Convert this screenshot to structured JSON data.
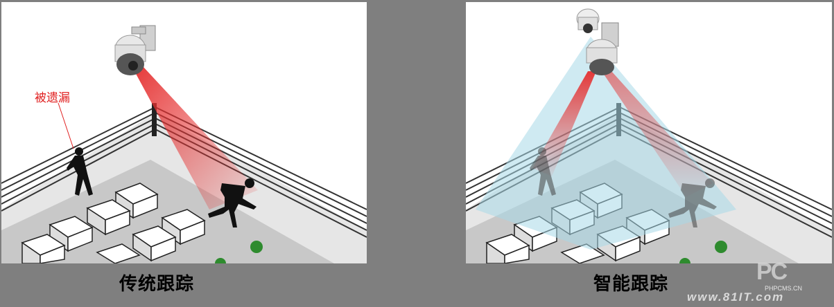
{
  "left_panel": {
    "caption": "传统跟踪",
    "annotation": "被遗漏"
  },
  "right_panel": {
    "caption": "智能跟踪"
  },
  "watermark": {
    "logo": "PC",
    "site": "PHPCMS.CN",
    "site2": "www.81IT.com"
  },
  "colors": {
    "background": "#7f7f7f",
    "beam_red": "#e53030",
    "beam_blue": "#a8d8e8",
    "annotation_red": "#e01f1f"
  }
}
